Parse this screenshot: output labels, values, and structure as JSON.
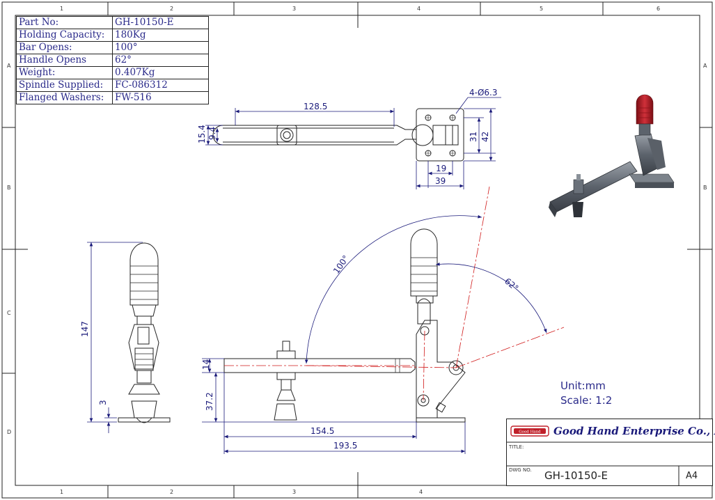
{
  "specs": [
    {
      "label": "Part No:",
      "value": "GH-10150-E"
    },
    {
      "label": "Holding Capacity:",
      "value": "180Kg"
    },
    {
      "label": "Bar Opens:",
      "value": "100°"
    },
    {
      "label": "Handle Opens",
      "value": "62°"
    },
    {
      "label": "Weight:",
      "value": "0.407Kg"
    },
    {
      "label": "Spindle Supplied:",
      "value": "FC-086312"
    },
    {
      "label": "Flanged Washers:",
      "value": "FW-516"
    }
  ],
  "border": {
    "columns_top": [
      "1",
      "2",
      "3",
      "4",
      "5",
      "6"
    ],
    "columns_bottom": [
      "1",
      "2",
      "3",
      "4"
    ],
    "rows": [
      "A",
      "B",
      "C",
      "D"
    ]
  },
  "dimensions": {
    "top_length": "128.5",
    "top_h1": "15.4",
    "top_h2": "9.4",
    "hole_callout": "4-Ø6.3",
    "top_w1": "31",
    "top_w2": "42",
    "top_b1": "19",
    "top_b2": "39",
    "left_height": "147",
    "left_small": "3",
    "side_h1": "14",
    "side_h2": "37.2",
    "side_len1": "154.5",
    "side_len2": "193.5",
    "angle_bar": "100°",
    "angle_handle": "62°"
  },
  "scale": {
    "unit": "Unit:mm",
    "scale": "Scale: 1:2"
  },
  "title_block": {
    "company": "Good Hand Enterprise Co., Ltd",
    "logo_text": "Good Hand",
    "title_label": "TITLE:",
    "dwg_label": "DWG NO.",
    "dwg_no": "GH-10150-E",
    "size": "A4"
  },
  "colors": {
    "line": "#222222",
    "dim": "#1a1a7a",
    "center": "#d01818",
    "handle_red": "#c0202a"
  }
}
